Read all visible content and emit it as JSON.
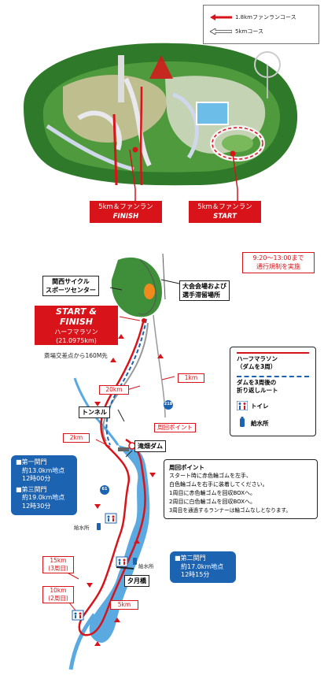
{
  "top_legend": {
    "fun_run": "1.8kmファンランコース",
    "five_km": "5kmコース"
  },
  "finish_label": {
    "line1": "5km＆ファンラン",
    "line2": "FINISH"
  },
  "start_label": {
    "line1": "5km＆ファンラン",
    "line2": "START"
  },
  "notice": {
    "line1": "9:20～13:00まで",
    "line2": "通行規制を実施"
  },
  "cycle_center": {
    "line1": "関西サイクル",
    "line2": "スポーツセンター"
  },
  "venue": {
    "line1": "大会会場および",
    "line2": "選手滞留場所"
  },
  "half_start": {
    "line1": "START &",
    "line2": "FINISH",
    "line3": "ハーフマラソン",
    "line4": "(21.0975km)"
  },
  "distance_note": "斎場交差点から160M先",
  "markers": {
    "km1": "1km",
    "km20": "20km",
    "km2": "2km",
    "km5": "5km",
    "km15": {
      "line1": "15km",
      "line2": "(3周目)"
    },
    "km10": {
      "line1": "10km",
      "line2": "(2周目)"
    }
  },
  "places": {
    "tunnel": "トンネル",
    "dam": "滝畑ダム",
    "bridge": "夕月橋",
    "turn_point": "周回ポイント",
    "water1": "給水所",
    "water2": "給水所"
  },
  "road_numbers": {
    "r1": "218",
    "r2": "61"
  },
  "checkpoints": {
    "first": {
      "title": "■第一関門",
      "line1": "約13.0km地点",
      "line2": "12時00分"
    },
    "third": {
      "title": "■第三関門",
      "line1": "約19.0km地点",
      "line2": "12時30分"
    },
    "second": {
      "title": "■第二関門",
      "line1": "約17.0km地点",
      "line2": "12時15分"
    }
  },
  "right_legend": {
    "half_line1": "ハーフマラソン",
    "half_line2": "（ダムを3周）",
    "return_line1": "ダムを3周後の",
    "return_line2": "折り返しルート",
    "toilet": "トイレ",
    "water": "給水所"
  },
  "loop_point": {
    "title": "周回ポイント",
    "l1": "スタート時に赤色輪ゴムを左手、",
    "l2": "白色輪ゴムを右手に装着してください。",
    "l3": "1周目に赤色輪ゴムを回収BOXへ。",
    "l4": "2周目に白色輪ゴムを回収BOXへ。",
    "l5": "3周目を通過するランナーは輪ゴムなしとなります。"
  },
  "colors": {
    "red": "#d8141a",
    "blue": "#1c63b2",
    "water": "#5aa9e0",
    "green": "#3e8e3a"
  }
}
